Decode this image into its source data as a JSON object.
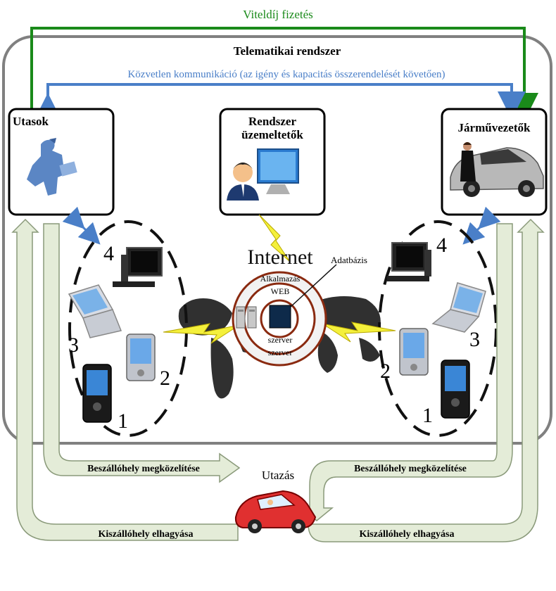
{
  "title_payment": "Viteldíj fizetés",
  "system_title": "Telematikai rendszer",
  "direct_comm": "Közvetlen kommunikáció (az igény és kapacitás összerendelését követően)",
  "boxes": {
    "passengers": "Utasok",
    "operators_line1": "Rendszer",
    "operators_line2": "üzemeltetők",
    "drivers": "Járművezetők"
  },
  "center": {
    "internet": "Internet",
    "database": "Adatbázis",
    "app_server_top": "Alkalmazás",
    "web_top": "WEB",
    "app_server_bottom": "szerver",
    "web_bottom": "szerver"
  },
  "devices_left": {
    "n4": "4",
    "n3": "3",
    "n2": "2",
    "n1": "1"
  },
  "devices_right": {
    "n4": "4",
    "n3": "3",
    "n2": "2",
    "n1": "1"
  },
  "flows": {
    "approach_left": "Beszállóhely megközelítése",
    "leave_left": "Kiszállóhely elhagyása",
    "travel": "Utazás",
    "approach_right": "Beszállóhely megközelítése",
    "leave_right": "Kiszállóhely elhagyása"
  },
  "colors": {
    "green": "#1a8a1a",
    "blue": "#4a7fc8",
    "flow_fill": "#e4ecd8",
    "flow_stroke": "#8a9a7a",
    "frame": "#808080",
    "lightning": "#f4f03c"
  }
}
